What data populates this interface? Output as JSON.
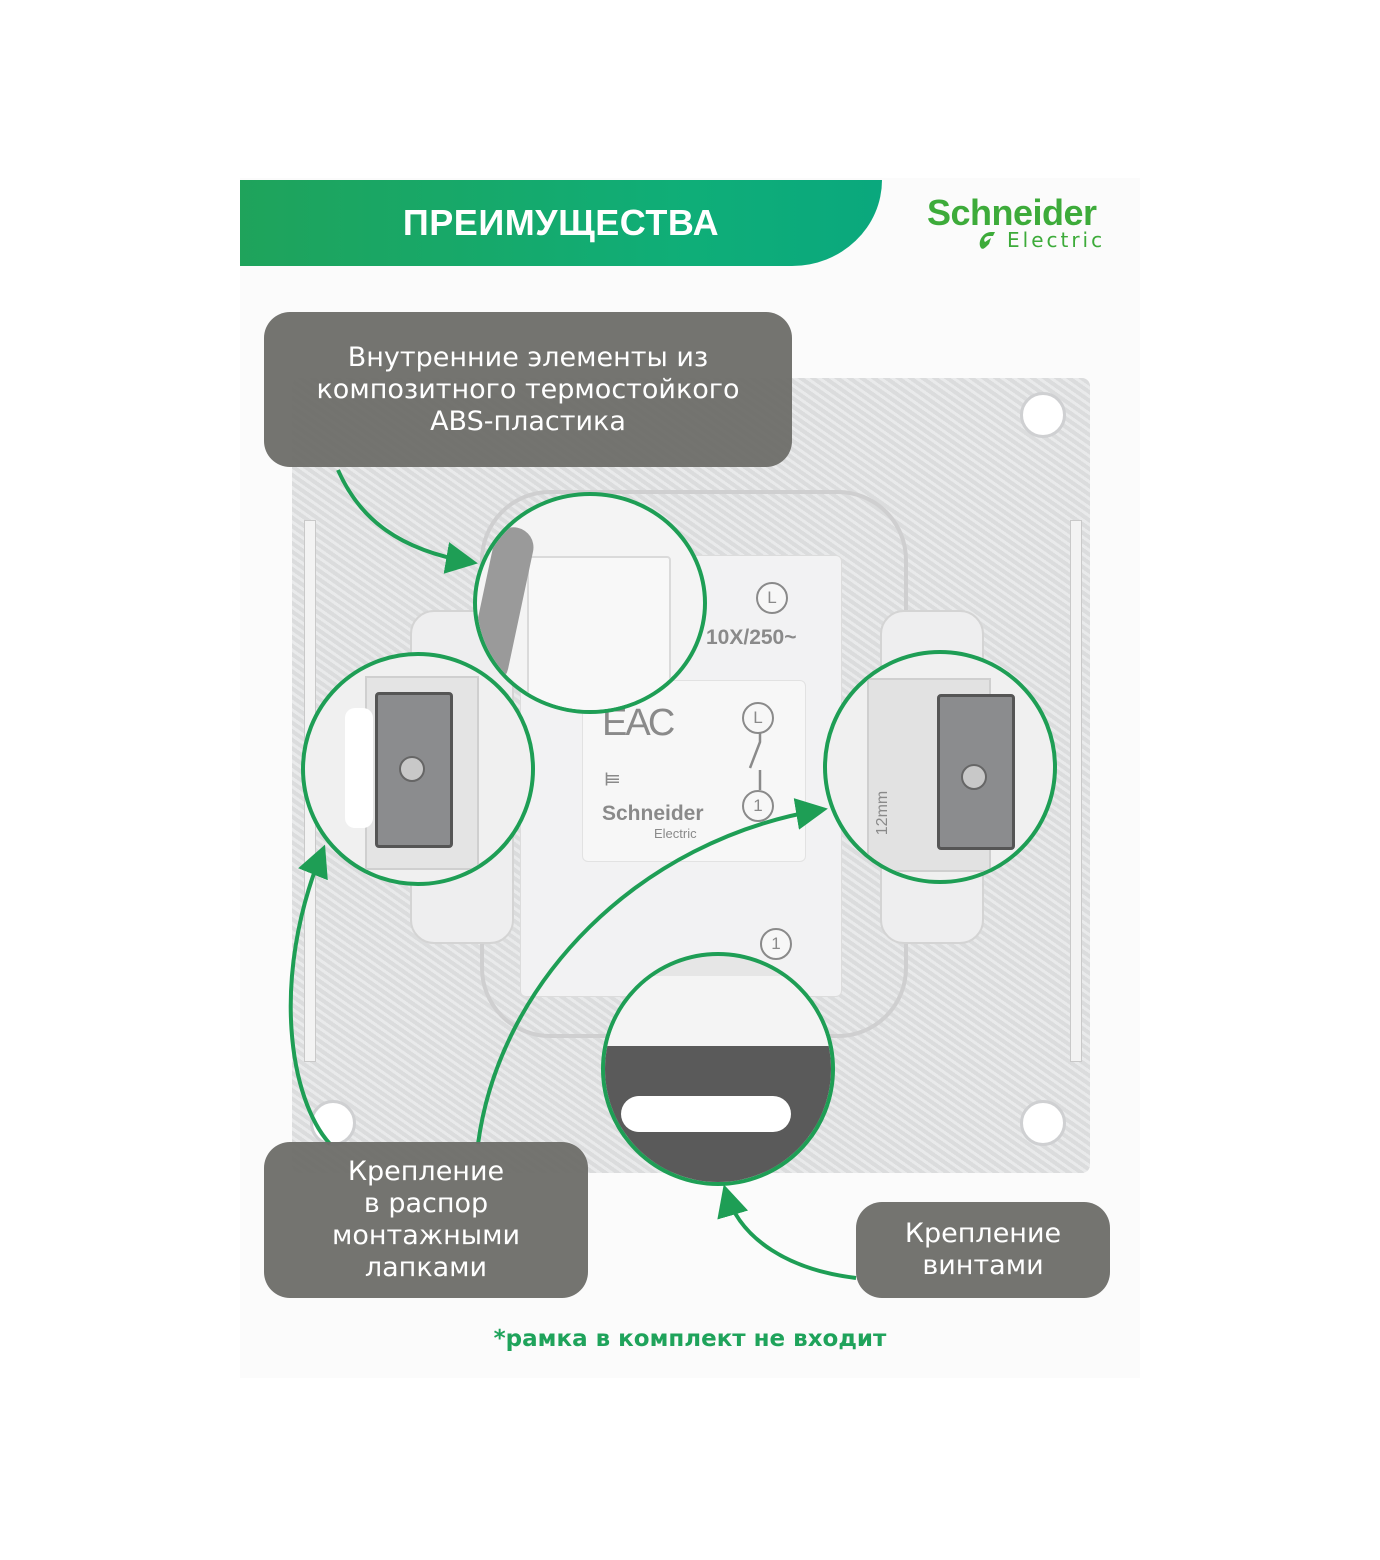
{
  "banner": {
    "title": "ПРЕИМУЩЕСТВА",
    "color_start": "#1fa35b",
    "color_end": "#0aa87d"
  },
  "logo": {
    "brand_top": "Schneider",
    "brand_bottom": "Electric",
    "color": "#3dab3a"
  },
  "product_markings": {
    "top_terminal_symbol": "L",
    "rating": "10X/250~",
    "certification": "ЕАС",
    "diagram_top_symbol": "L",
    "diagram_bottom_symbol": "1",
    "bottom_terminal_symbol": "1",
    "brand_top": "Schneider",
    "brand_bottom": "Electric",
    "side_marking": "12mm"
  },
  "callouts": [
    {
      "id": "abs-plastic",
      "lines": [
        "Внутренние элементы из",
        "композитного термостойкого",
        "ABS-пластика"
      ]
    },
    {
      "id": "spacer-claws",
      "lines": [
        "Крепление",
        "в распор",
        "монтажными",
        "лапками"
      ]
    },
    {
      "id": "screw-mount",
      "lines": [
        "Крепление",
        "винтами"
      ]
    }
  ],
  "footnote": "*рамка в комплект не входит",
  "accent_color": "#1e9e55",
  "callout_color": "#6e6e6a"
}
